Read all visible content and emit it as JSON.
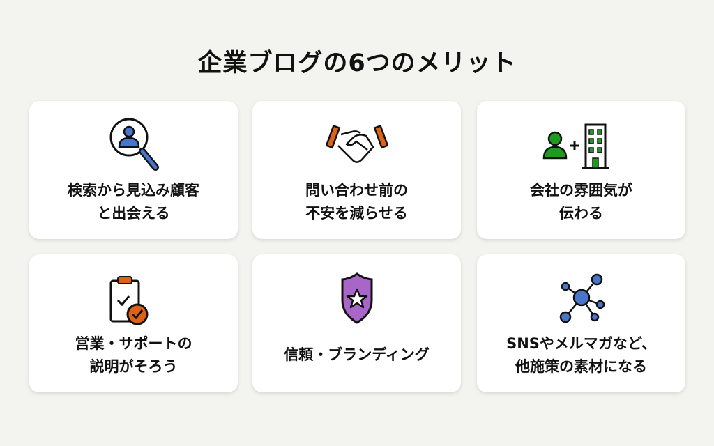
{
  "title": "企業ブログの6つのメリット",
  "cards": [
    {
      "icon": "search-user-icon",
      "lines": [
        "検索から見込み顧客",
        "と出会える"
      ]
    },
    {
      "icon": "handshake-icon",
      "lines": [
        "問い合わせ前の",
        "不安を減らせる"
      ]
    },
    {
      "icon": "person-plus-building-icon",
      "lines": [
        "会社の雰囲気が",
        "伝わる"
      ]
    },
    {
      "icon": "clipboard-check-icon",
      "lines": [
        "営業・サポートの",
        "説明がそろう"
      ]
    },
    {
      "icon": "shield-star-icon",
      "lines": [
        "信頼・ブランディング"
      ]
    },
    {
      "icon": "network-icon",
      "lines": [
        "SNSやメルマガなど、",
        "他施策の素材になる"
      ]
    }
  ],
  "colors": {
    "blue": "#4a76c9",
    "orange": "#dd6216",
    "green": "#1e9b1e",
    "purple": "#a966c9"
  }
}
